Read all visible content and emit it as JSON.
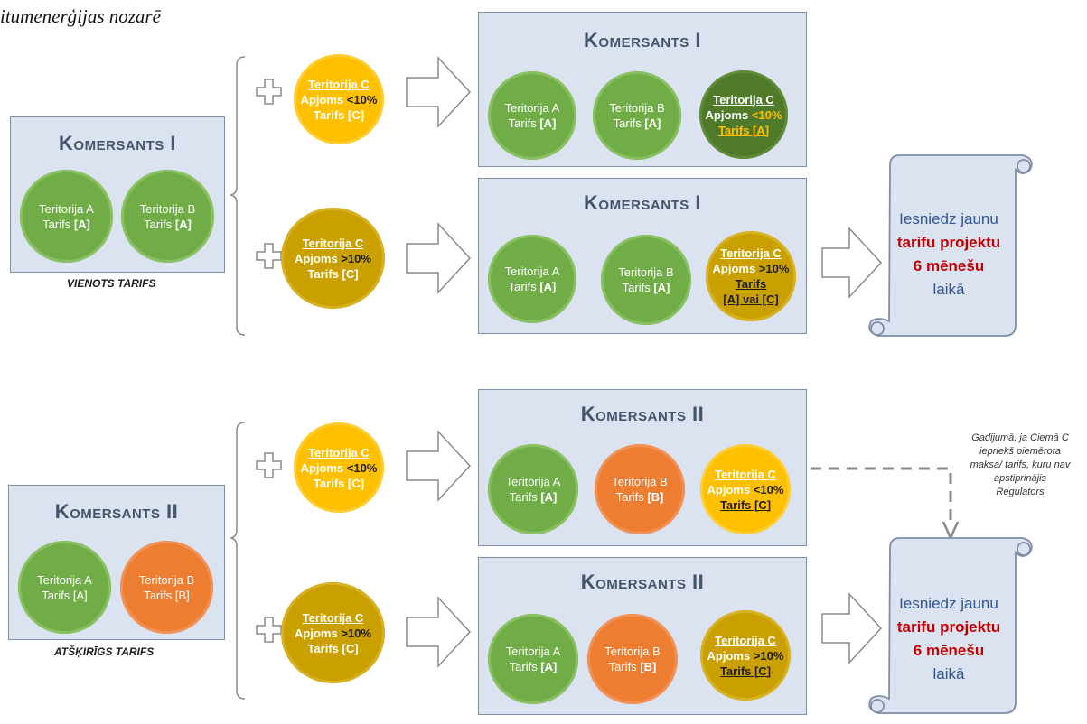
{
  "title": "itumenerģijas nozarē",
  "labels": {
    "komersants_1": "Komersants I",
    "komersants_2": "Komersants II",
    "vienots_tarifs": "VIENOTS TARIFS",
    "atskirigs_tarifs": "ATŠĶIRĪGS TARIFS"
  },
  "circles": {
    "ter_a_1": {
      "l1": "Teritorija A",
      "l2a": "Tarifs ",
      "l2b": "[A]"
    },
    "ter_b_1": {
      "l1": "Teritorija B",
      "l2a": "Tarifs ",
      "l2b": "[A]"
    },
    "ter_a_2": {
      "l1": "Teritorija A",
      "l2a": "Tarifs ",
      "l2b": "[A]"
    },
    "ter_b_2": {
      "l1": "Teritorija B",
      "l2a": "Tarifs ",
      "l2b": "[B]"
    },
    "ter_c_lt": {
      "name": "Teritorija C",
      "vol": "Apjoms ",
      "cmp": "<10%",
      "tar": "Tarifs [C]"
    },
    "ter_c_gt": {
      "name": "Teritorija C",
      "vol": "Apjoms ",
      "cmp": ">10%",
      "tar": "Tarifs [C]"
    },
    "res1_c": {
      "name": "Teritorija C",
      "vol": "Apjoms ",
      "cmp": "<10%",
      "tar": "Tarifs [A]"
    },
    "res2_c": {
      "name": "Teritorija C",
      "vol": "Apjoms ",
      "cmp": ">10%",
      "tar1": "Tarifs",
      "tar2": "[A] vai [C]"
    },
    "res3_c": {
      "name": "Teritorija C",
      "vol": "Apjoms ",
      "cmp": "<10%",
      "tar": "Tarifs [C]"
    },
    "res4_c": {
      "name": "Teritorija C",
      "vol": "Apjoms ",
      "cmp": ">10%",
      "tar": "Tarifs [C]"
    }
  },
  "scroll": {
    "l1": "Iesniedz jaunu",
    "l2": "tarifu projektu",
    "l3": "6 mēnešu",
    "l4": "laikā"
  },
  "note": {
    "l1": "Gadījumā, ja Ciemā C",
    "l2": "iepriekš piemērota",
    "l3a": "maksa/ tarifs",
    "l3b": ", kuru nav",
    "l4": "apstiprinājis",
    "l5": "Regulators"
  },
  "colors": {
    "green": "#70ad47",
    "orange": "#ed7d31",
    "yellow": "#ffc000",
    "gold": "#c9a000",
    "dark_green": "#4e7a2a",
    "panel": "#dbe3f1",
    "red_text": "#c00000",
    "blue_text": "#2e5597"
  }
}
